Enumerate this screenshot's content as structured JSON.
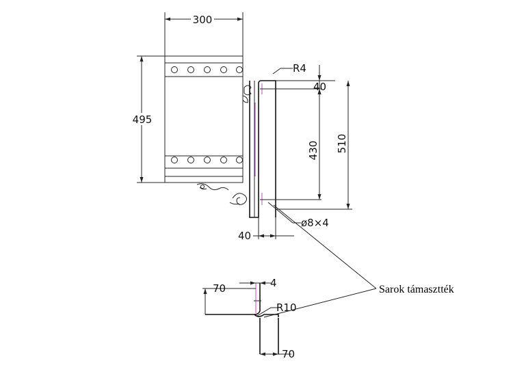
{
  "drawing": {
    "dims": {
      "width_top": "300",
      "height_left": "495",
      "radius_top": "R4",
      "offset_40_top": "40",
      "span_430": "430",
      "overall_510": "510",
      "hole": "ø8×4",
      "offset_40_bottom": "40",
      "detail_70_top": "70",
      "detail_4": "4",
      "detail_r10": "R10",
      "detail_70_bottom": "70"
    },
    "callout": "Sarok támasztték"
  },
  "colors": {
    "line": "#222222",
    "accent": "#cc44cc"
  }
}
